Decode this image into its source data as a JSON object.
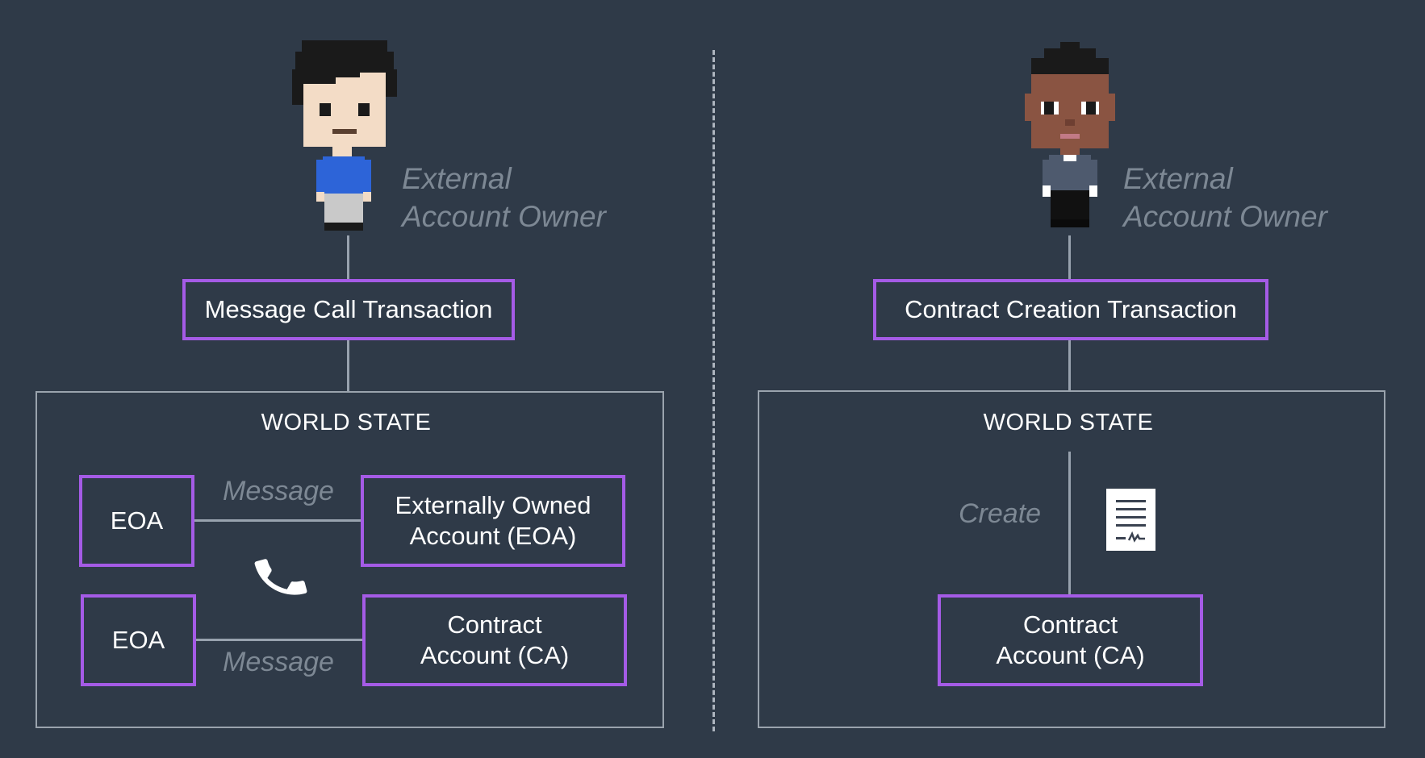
{
  "left_panel": {
    "actor_label_line1": "External",
    "actor_label_line2": "Account Owner",
    "transaction_label": "Message Call Transaction",
    "world_state_title": "WORLD STATE",
    "row1": {
      "source_label": "EOA",
      "edge_label": "Message",
      "target_line1": "Externally Owned",
      "target_line2": "Account (EOA)"
    },
    "row2": {
      "source_label": "EOA",
      "edge_label": "Message",
      "target_line1": "Contract",
      "target_line2": "Account (CA)"
    },
    "center_icon": "phone-icon"
  },
  "right_panel": {
    "actor_label_line1": "External",
    "actor_label_line2": "Account Owner",
    "transaction_label": "Contract Creation Transaction",
    "world_state_title": "WORLD STATE",
    "edge_label": "Create",
    "doc_icon": "contract-document-icon",
    "target_line1": "Contract",
    "target_line2": "Account (CA)"
  },
  "colors": {
    "background": "#2f3a48",
    "accent_border": "#a55be6",
    "connector": "#98a2ae",
    "muted_text": "#7d8894"
  }
}
